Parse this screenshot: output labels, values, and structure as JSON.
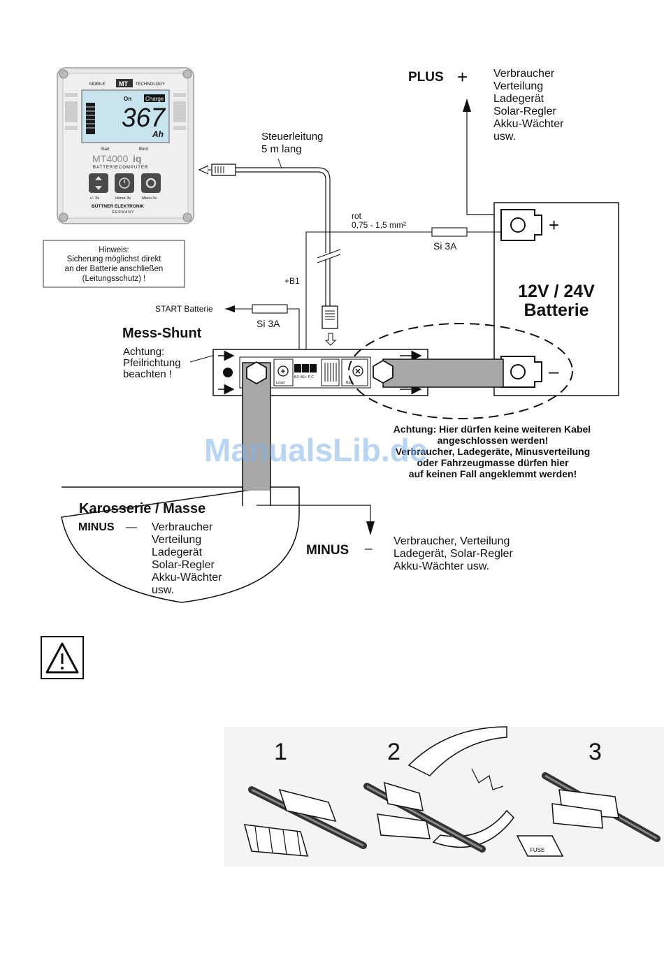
{
  "device": {
    "brand_top": "MOBILE",
    "brand_logo": "MT",
    "brand_top2": "TECHNOLOGY",
    "status_on": "On",
    "status_charge": "Charge",
    "reading": "367",
    "unit": "Ah",
    "label_start": "Start",
    "label_bord": "Bord",
    "model": "MT4000",
    "model_suffix": "iq",
    "subtitle": "BATTERIECOMPUTER",
    "btn1_label": "+/- 3s",
    "btn2_label": "Home 3s",
    "btn3_label": "Menü 3s",
    "maker": "BÜTTNER ELEKTRONIK",
    "country": "GERMANY"
  },
  "hint": {
    "title": "Hinweis:",
    "line1": "Sicherung möglichst direkt",
    "line2": "an der Batterie anschließen",
    "line3": "(Leitungsschutz) !"
  },
  "cable": {
    "line1": "Steuerleitung",
    "line2": "5 m lang"
  },
  "plus": {
    "label": "PLUS",
    "sign": "+",
    "consumers": [
      "Verbraucher",
      "Verteilung",
      "Ladegerät",
      "Solar-Regler",
      "Akku-Wächter",
      "usw."
    ]
  },
  "wire": {
    "color": "rot",
    "cross_section": "0,75 - 1,5 mm²",
    "fuse": "Si 3A"
  },
  "battery": {
    "line1": "12V / 24V",
    "line2": "Batterie",
    "plus": "+",
    "minus": "–"
  },
  "b1": "+B1",
  "start": {
    "label": "START Batterie",
    "fuse": "Si 3A"
  },
  "shunt": {
    "title": "Mess-Shunt",
    "note1": "Achtung:",
    "note2": "Pfeilrichtung",
    "note3": "beachten !",
    "load_label": "Load",
    "batt_label": "Batt",
    "pins": "B2- B1+ P C"
  },
  "warning": {
    "line1": "Achtung: Hier dürfen keine weiteren Kabel",
    "line2": "angeschlossen werden!",
    "line3": "Verbraucher, Ladegeräte, Minusverteilung",
    "line4": "oder Fahrzeugmasse dürfen hier",
    "line5": "auf keinen Fall angeklemmt werden!"
  },
  "watermark": "ManualsLib.de",
  "ground": {
    "title": "Karosserie / Masse",
    "minus_label": "MINUS",
    "dash": "—",
    "consumers": [
      "Verbraucher",
      "Verteilung",
      "Ladegerät",
      "Solar-Regler",
      "Akku-Wächter",
      "usw."
    ]
  },
  "minus": {
    "label": "MINUS",
    "sign": "–",
    "line1": "Verbraucher, Verteilung",
    "line2": "Ladegerät, Solar-Regler",
    "line3": "Akku-Wächter usw."
  },
  "steps": {
    "s1": "1",
    "s2": "2",
    "s3": "3",
    "fuse_label": "FUSE"
  }
}
